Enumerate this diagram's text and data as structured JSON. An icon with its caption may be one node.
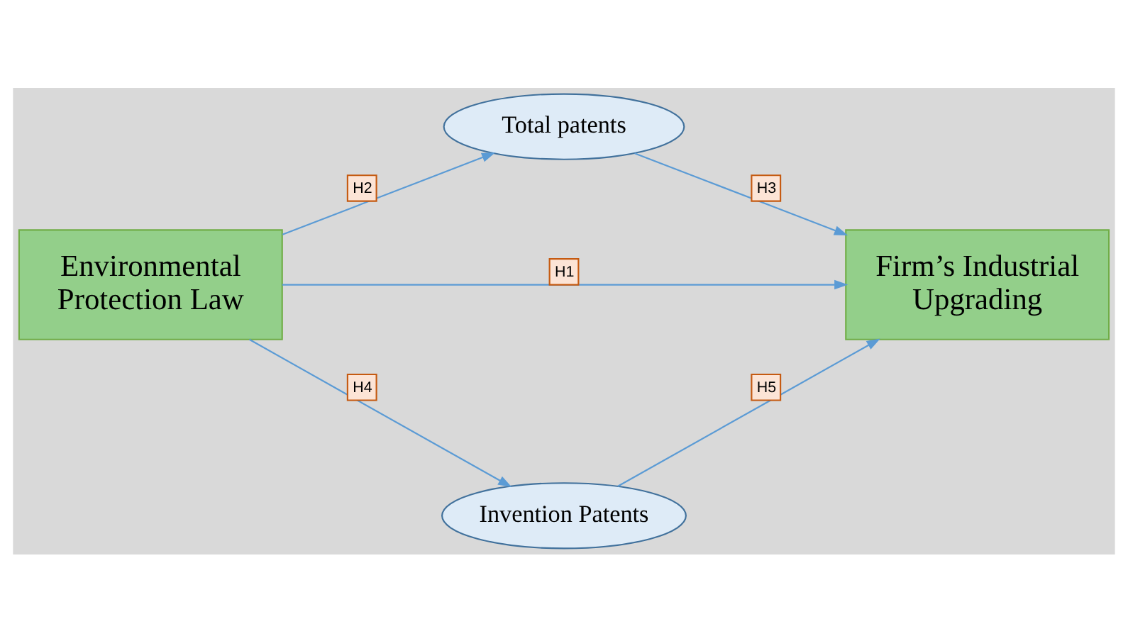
{
  "diagram": {
    "nodes": [
      {
        "text": [
          "Environmental Protection Law"
        ]
      },
      {
        "text": [
          "Total patents"
        ]
      },
      {
        "text": [
          "Firm’s Industrial Upgrading"
        ]
      },
      {
        "text": [
          "Invention Patents"
        ]
      }
    ],
    "edges": [
      {
        "from": 0,
        "to": 1,
        "arrow": "to",
        "label": "H2"
      },
      {
        "from": 1,
        "to": 2,
        "arrow": "to",
        "label": "H3"
      },
      {
        "from": 0,
        "to": 2,
        "arrow": "to",
        "label": "H1"
      },
      {
        "from": 0,
        "to": 3,
        "arrow": "to",
        "label": "H4"
      },
      {
        "from": 3,
        "to": 2,
        "arrow": "to",
        "label": "H5"
      }
    ]
  }
}
